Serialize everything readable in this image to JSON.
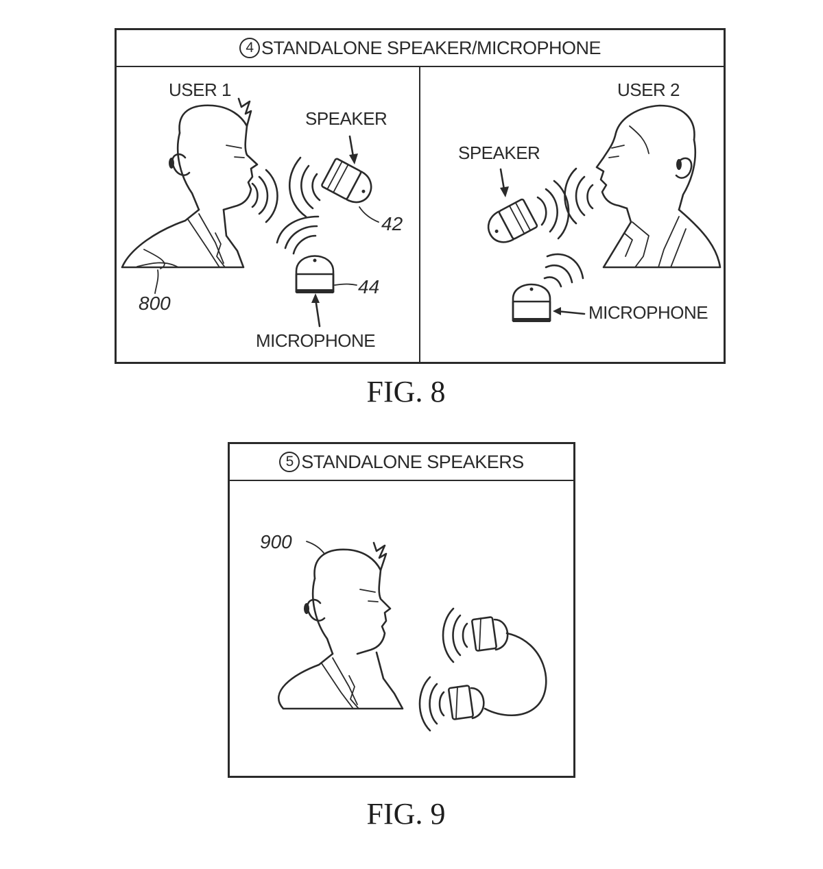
{
  "fig8": {
    "title_num": "4",
    "title": "STANDALONE SPEAKER/MICROPHONE",
    "user1": "USER 1",
    "user2": "USER 2",
    "speaker_left": "SPEAKER",
    "speaker_right": "SPEAKER",
    "mic_left": "MICROPHONE",
    "mic_right": "MICROPHONE",
    "ref_800": "800",
    "ref_42": "42",
    "ref_44": "44",
    "caption": "FIG. 8"
  },
  "fig9": {
    "title_num": "5",
    "title": "STANDALONE SPEAKERS",
    "ref_900": "900",
    "caption": "FIG. 9"
  }
}
